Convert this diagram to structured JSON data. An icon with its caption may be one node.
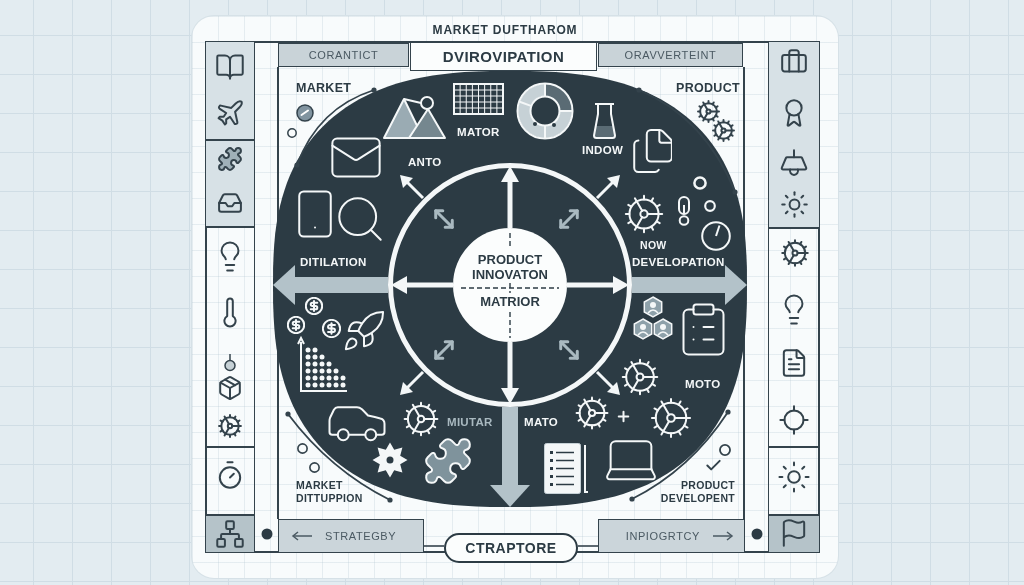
{
  "diagram": {
    "title": "MARKET DUFTHAROM",
    "nodes": [
      {
        "text": [
          "CORANTICT"
        ]
      },
      {
        "text": [
          "DVIROVIPATION"
        ]
      },
      {
        "text": [
          "ORAVVERTEINT"
        ]
      },
      {
        "text": [
          "MATOR",
          "INDOW",
          "ANTO",
          "NOW",
          "DITILATION",
          "DEVELOPATION",
          "MOTO",
          "MIUTAR",
          "MATO"
        ]
      },
      {
        "text": [],
        "shape": "circle",
        "in": 3
      },
      {
        "text": [
          "PRODUCT INNOVATON",
          "MATRIOR"
        ],
        "in": 4
      },
      {
        "text": [
          "STRATEGBY"
        ]
      },
      {
        "text": [
          "CTRAPTORE"
        ]
      },
      {
        "text": [
          "INPIOGRTCY"
        ]
      }
    ],
    "edges": [
      {
        "from": 5,
        "to": 4,
        "arrow": "to"
      },
      {
        "from": 5,
        "to": 4,
        "arrow": "to"
      },
      {
        "from": 5,
        "to": 4,
        "arrow": "to"
      },
      {
        "from": 5,
        "to": 4,
        "arrow": "to"
      },
      {
        "from": 4,
        "to": 3,
        "arrow": "to",
        "style": "thick",
        "color": "#b3c2c9"
      },
      {
        "from": 4,
        "to": 3,
        "arrow": "to",
        "style": "thick",
        "color": "#b3c2c9"
      },
      {
        "from": 4,
        "to": 3,
        "arrow": "to",
        "style": "thick",
        "color": "#b3c2c9"
      },
      {
        "from": 6,
        "to": 7,
        "arrow": "none",
        "color": "#34434c"
      },
      {
        "from": 7,
        "to": 8,
        "arrow": "none",
        "color": "#34434c"
      }
    ],
    "labels": [
      "MARKET",
      "PRODUCT",
      "MARKET DITTUPPION",
      "PRODUCT DEVELOPENT"
    ]
  }
}
